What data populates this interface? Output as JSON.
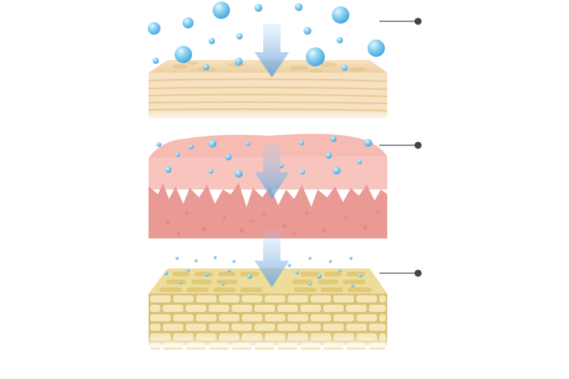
{
  "diagram": {
    "layers": [
      {
        "name": "outer-layer",
        "role": "surface",
        "color": "#f3d9b0"
      },
      {
        "name": "middle-layer",
        "role": "dermis",
        "color": "#ef9f9a"
      },
      {
        "name": "inner-layer",
        "role": "cells",
        "color": "#efdd9e"
      }
    ],
    "callouts": [
      {
        "target": "outer-layer",
        "label": ""
      },
      {
        "target": "middle-layer",
        "label": ""
      },
      {
        "target": "inner-layer",
        "label": ""
      }
    ],
    "flow": {
      "direction": "down",
      "arrow_color": "#7fb0dc",
      "droplet_color": "#7fc8ee"
    }
  }
}
